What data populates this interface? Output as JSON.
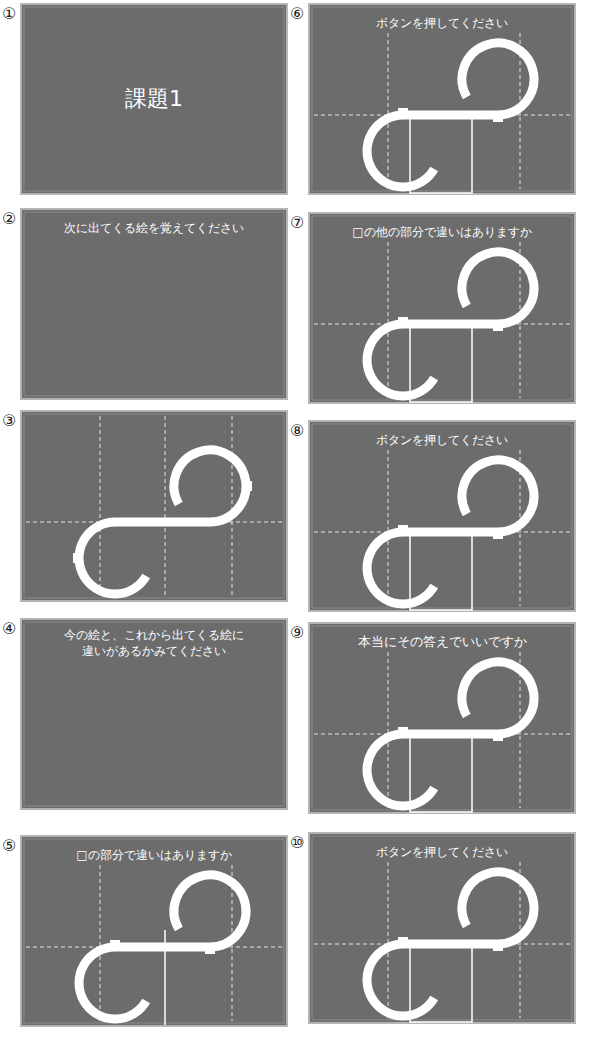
{
  "diagram": {
    "nodes": [
      {
        "text": [
          "課題1"
        ]
      },
      {
        "text": [
          "次に出てくる絵を覚えてください"
        ]
      },
      {
        "text": [
          "今の絵と、これから出てくる絵に違いがあるかみてください"
        ]
      },
      {
        "text": [
          "□の部分で違いはありますか"
        ]
      },
      {
        "text": [
          "ボタンを押してください"
        ]
      },
      {
        "text": [
          "□の他の部分で違いはありますか"
        ]
      },
      {
        "text": [
          "ボタンを押してください"
        ]
      },
      {
        "text": [
          "本当にその答えでいいですか"
        ]
      },
      {
        "text": [
          "ボタンを押してください"
        ]
      }
    ],
    "labels": [
      "①",
      "②",
      "③",
      "④",
      "⑤",
      "⑥",
      "⑦",
      "⑧",
      "⑨",
      "⑩"
    ]
  }
}
